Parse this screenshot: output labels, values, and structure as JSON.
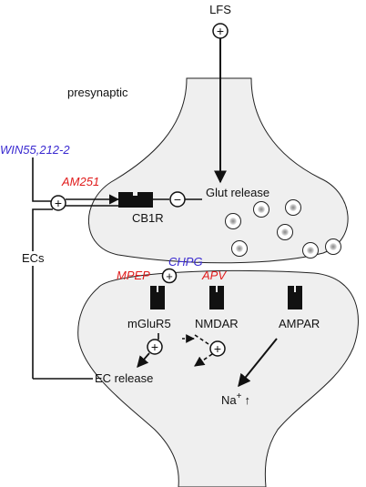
{
  "labels": {
    "lfs": "LFS",
    "presynaptic": "presynaptic",
    "win": "WIN55,212-2",
    "am251": "AM251",
    "glut_release": "Glut release",
    "cb1r": "CB1R",
    "ecs": "ECs",
    "chpg": "CHPG",
    "mpep": "MPEP",
    "apv": "APV",
    "mglur5": "mGluR5",
    "nmdar": "NMDAR",
    "ampar": "AMPAR",
    "ec_release": "EC release",
    "na": "Na",
    "na_sup": "+",
    "na_arrow": "↑"
  },
  "signs": {
    "plus": "+",
    "minus": "−"
  },
  "colors": {
    "agonist": "#3a2ad0",
    "antagonist": "#e01b1b",
    "text": "#111111",
    "neuron_fill": "#efefef",
    "outline": "#222222"
  }
}
